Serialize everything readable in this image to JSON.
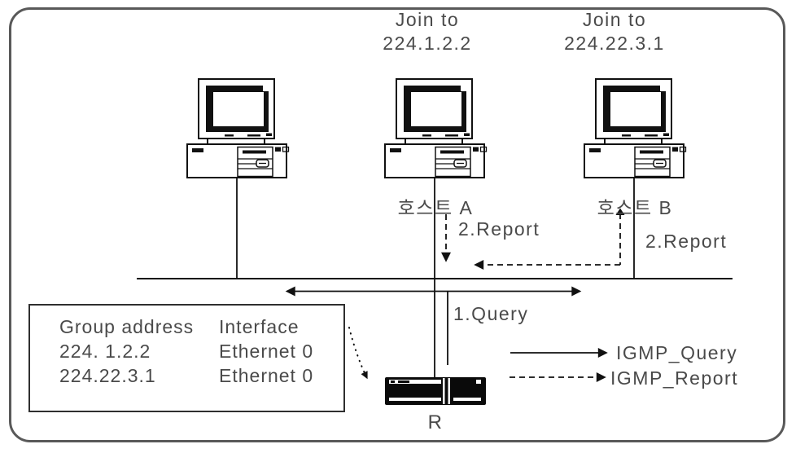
{
  "joins": [
    {
      "line1": "Join to",
      "line2": "224.1.2.2"
    },
    {
      "line1": "Join to",
      "line2": "224.22.3.1"
    }
  ],
  "hosts": [
    {
      "name": "호스트 A"
    },
    {
      "name": "호스트 B"
    }
  ],
  "router": {
    "label": "R"
  },
  "messages": {
    "query": "1.Query",
    "report_a": "2.Report",
    "report_b": "2.Report"
  },
  "routing_table": {
    "header_group": "Group address",
    "header_interface": "Interface",
    "rows": [
      {
        "group": "224. 1.2.2",
        "interface": "Ethernet 0"
      },
      {
        "group": "224.22.3.1",
        "interface": "Ethernet 0"
      }
    ]
  },
  "legend": {
    "query_label": "IGMP_Query",
    "report_label": "IGMP_Report"
  },
  "colors": {
    "line": "#111111",
    "text": "#4a4a4a",
    "frame": "#595959"
  }
}
